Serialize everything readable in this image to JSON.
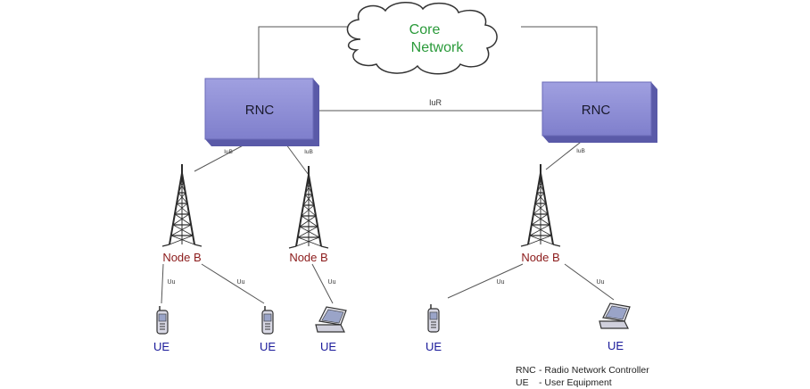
{
  "core_network": {
    "line1": "Core",
    "line2": "Network"
  },
  "rnc_label": "RNC",
  "interfaces": {
    "iur": "IuR",
    "iub": "IuB",
    "uu": "Uu"
  },
  "node_b_label": "Node B",
  "ue_label": "UE",
  "legend": [
    {
      "abbr": "RNC",
      "desc": "- Radio Network Controller"
    },
    {
      "abbr": "UE",
      "desc": "- User Equipment"
    }
  ],
  "colors": {
    "rnc_fill": "#8a8ad4",
    "rnc_dark": "#5a5aa8",
    "core_text": "#2a9a3a",
    "node_b_text": "#8b1a1a",
    "ue_text": "#1a1a9a",
    "line": "#555555",
    "tower": "#2b2b2b"
  }
}
